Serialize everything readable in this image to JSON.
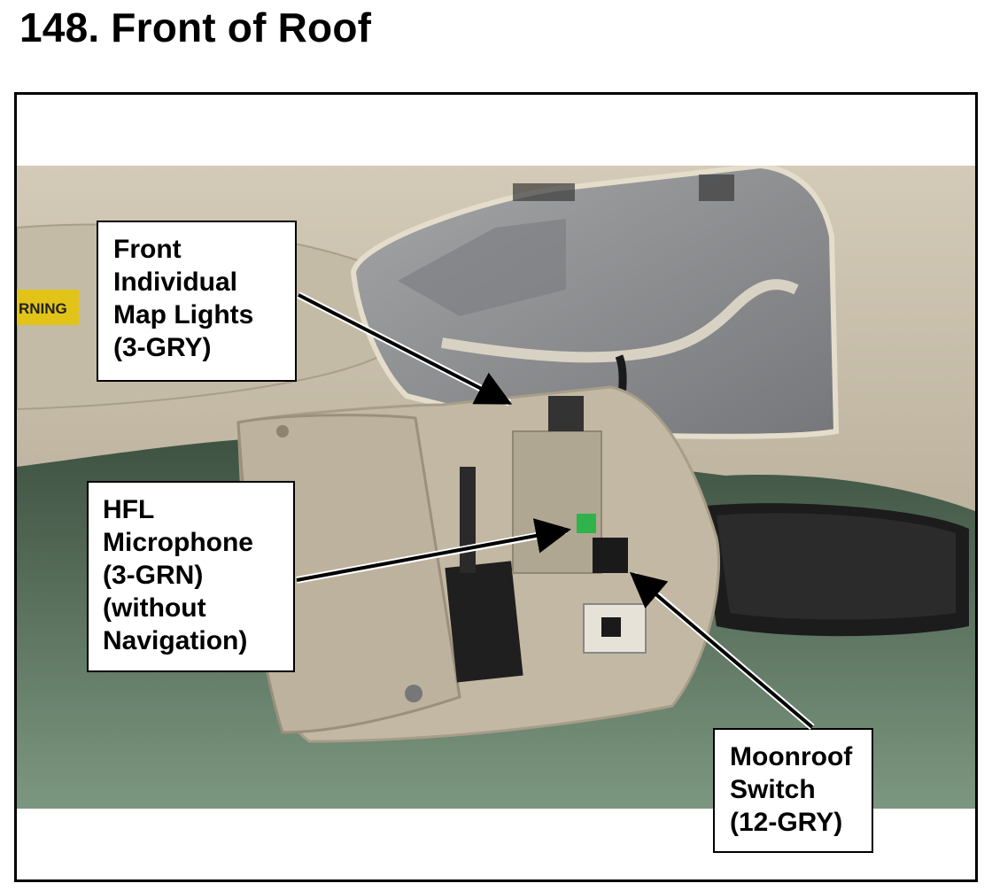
{
  "title": "148.  Front of Roof",
  "photo": {
    "visor_label": "RNING"
  },
  "callouts": {
    "map_lights": [
      "Front",
      "Individual",
      "Map Lights",
      "(3-GRY)"
    ],
    "hfl_microphone": [
      "HFL",
      "Microphone",
      "(3-GRN)",
      "(without",
      "Navigation)"
    ],
    "moonroof_switch": [
      "Moonroof",
      "Switch",
      "(12-GRY)"
    ]
  },
  "colors": {
    "headliner": "#c9c0ad",
    "metal": "#8e8f91",
    "console": "#b5ab98",
    "glass": "#6f8a72",
    "connector_green": "#2fb34a"
  }
}
